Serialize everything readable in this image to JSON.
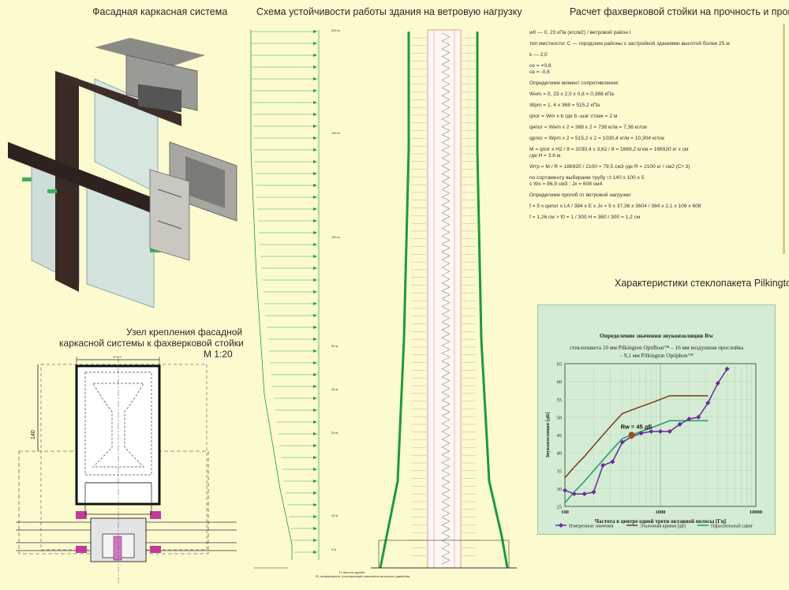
{
  "titles": {
    "facade": "Фасадная каркасная система",
    "scheme": "Схема устойчивости работы здания на ветровую нагрузку",
    "calc": "Расчет фахверковой стойки на прочность и прогиб",
    "pilkington": "Характеристики стеклопакета Pilkington",
    "node_line1": "Узел крепления фасадной",
    "node_line2": "каркасной системы к фахверковой стойки",
    "node_scale": "М 1:20"
  },
  "calc_lines": [
    "w0 — 0, 23 кПа (кгс/м2) / ветровой район I",
    "",
    "тип местности: С — городские районы с застройкой зданиями высотой более 25 м",
    "",
    "k — 2,0",
    "",
    "ce = +0,8",
    "ce = -0,6",
    "",
    "Определяем момент сопротивления:",
    "",
    "Wнm = 0, 23 x 2,0 x 0,8 = 0,368 кПа",
    "",
    "Wрm = 1, 4 x 368 = 515,2 кПа",
    "",
    "qпог = Wm x b    где b -шаг стоек = 2 м",
    "",
    "qнпог = Wнm x 2 = 368 x 2 = 736 кг/м = 7,36 кг/см",
    "",
    "qрпог = Wрm x 2 = 515,2 x 2 = 1030,4 кг/м = 10,304 кг/см",
    "",
    "M = qпог x H2 / 8 = 1030,4 x 3,62 / 8 = 1669,2 кгхм = 166920 кг x см",
    "где H = 3,6 м",
    "",
    "Wтр = M / R = 166920 / 2100 = 79,5 см3    где R = 2100 кг / см2 (Ст 3)",
    "",
    "по сортаменту выбираем трубу □I 140 x 100 x 5",
    "с Wх  = 86,9 см3 ; Jх = 608 см4",
    "",
    "Определяем прогиб от ветровой нагрузки:",
    "",
    "f = 5 x qнпог x L4 / 384 x E x Jх = 5 x 37,36 x 3604 / 384 x 2,1 x 106 x 608",
    "",
    "f = 1,26 см   > f0 = 1 / 300   H = 360 / 300 = 1,2 см"
  ],
  "node_dims": {
    "width": "100",
    "height": "140"
  },
  "scheme_ticks": [
    "200 м",
    "150 м",
    "100 м",
    "60 м",
    "40 м",
    "20 м",
    "10 м",
    "5 м"
  ],
  "scheme_notes": {
    "n1": "H, высота здания",
    "n2": "Ri, коэффициент, учитывающий изменение ветрового давления"
  },
  "chart_data": {
    "type": "line",
    "title": "Определение значения звукоизоляции Rw",
    "subtitle_line1": "стеклопакета 10 мм Pilkington Optifloat™ – 16 мм воздушная прослойка",
    "subtitle_line2": "– 9,1 мм Pilkington Optiphon™",
    "xlabel": "Частота в центре одной трети октавной полосы [Гц]",
    "ylabel": "Звукоизоляция [дБ]",
    "xscale": "log",
    "xlim": [
      100,
      10000
    ],
    "ylim": [
      25,
      65
    ],
    "xticks": [
      "100",
      "1000",
      "10000"
    ],
    "yticks": [
      "25",
      "30",
      "35",
      "40",
      "45",
      "50",
      "55",
      "60",
      "65"
    ],
    "annotation": "Rw = 45 дБ",
    "annotation_point": [
      500,
      45
    ],
    "series": [
      {
        "name": "Измеренные значения",
        "color": "#6a2a9c",
        "marker": "diamond",
        "x": [
          100,
          125,
          160,
          200,
          250,
          315,
          400,
          500,
          630,
          800,
          1000,
          1250,
          1600,
          2000,
          2500,
          3150,
          4000,
          5000
        ],
        "y": [
          29.5,
          28.5,
          28.5,
          29,
          36.5,
          37.5,
          43,
          44.5,
          45.5,
          46,
          46,
          46,
          48,
          49.5,
          50,
          54,
          59.5,
          63.5
        ]
      },
      {
        "name": "Эталонная кривая [дБ]",
        "color": "#7a3a1a",
        "marker": "none",
        "x": [
          100,
          125,
          160,
          200,
          250,
          315,
          400,
          500,
          630,
          800,
          1000,
          1250,
          1600,
          2000,
          2500,
          3150
        ],
        "y": [
          33,
          36,
          39,
          42,
          45,
          48,
          51,
          52,
          53,
          54,
          55,
          56,
          56,
          56,
          56,
          56
        ]
      },
      {
        "name": "Параллельный сдвиг",
        "color": "#1e9a6e",
        "marker": "none",
        "x": [
          100,
          125,
          160,
          200,
          250,
          315,
          400,
          500,
          630,
          800,
          1000,
          1250,
          1600,
          2000,
          2500,
          3150
        ],
        "y": [
          26,
          29,
          32,
          35,
          38,
          41,
          44,
          45,
          46,
          47,
          48,
          49,
          49,
          49,
          49,
          49
        ]
      }
    ]
  }
}
